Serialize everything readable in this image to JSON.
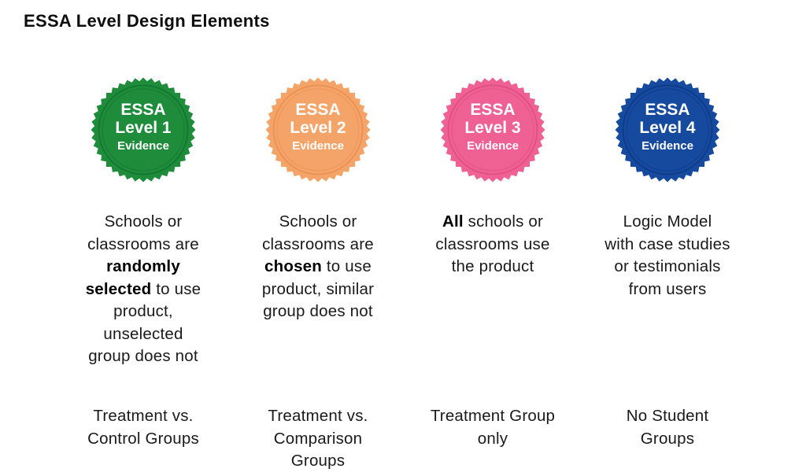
{
  "page": {
    "title": "ESSA Level Design Elements"
  },
  "columns": [
    {
      "badge": {
        "line1": "ESSA",
        "line2": "Level 1",
        "line3": "Evidence",
        "color": "#1f8c3c",
        "ring_color": "#12772f"
      },
      "description": [
        {
          "t": "Schools or\nclassrooms are\n"
        },
        {
          "t": "randomly\nselected",
          "b": true
        },
        {
          "t": " to use\nproduct,\nunselected\ngroup does not"
        }
      ],
      "group_label": "Treatment vs.\nControl Groups"
    },
    {
      "badge": {
        "line1": "ESSA",
        "line2": "Level 2",
        "line3": "Evidence",
        "color": "#f5a469",
        "ring_color": "#ea9154"
      },
      "description": [
        {
          "t": "Schools or\nclassrooms are\n"
        },
        {
          "t": "chosen",
          "b": true
        },
        {
          "t": " to use\nproduct, similar\ngroup does not"
        }
      ],
      "group_label": "Treatment vs.\nComparison\nGroups"
    },
    {
      "badge": {
        "line1": "ESSA",
        "line2": "Level 3",
        "line3": "Evidence",
        "color": "#ee6192",
        "ring_color": "#e04f84"
      },
      "description": [
        {
          "t": "All",
          "b": true
        },
        {
          "t": " schools or\nclassrooms use\nthe product"
        }
      ],
      "group_label": "Treatment Group\nonly"
    },
    {
      "badge": {
        "line1": "ESSA",
        "line2": "Level 4",
        "line3": "Evidence",
        "color": "#164a9e",
        "ring_color": "#0e3b87"
      },
      "description": [
        {
          "t": "Logic Model\nwith case studies\nor testimonials\nfrom users"
        }
      ],
      "group_label": "No Student\nGroups"
    }
  ]
}
